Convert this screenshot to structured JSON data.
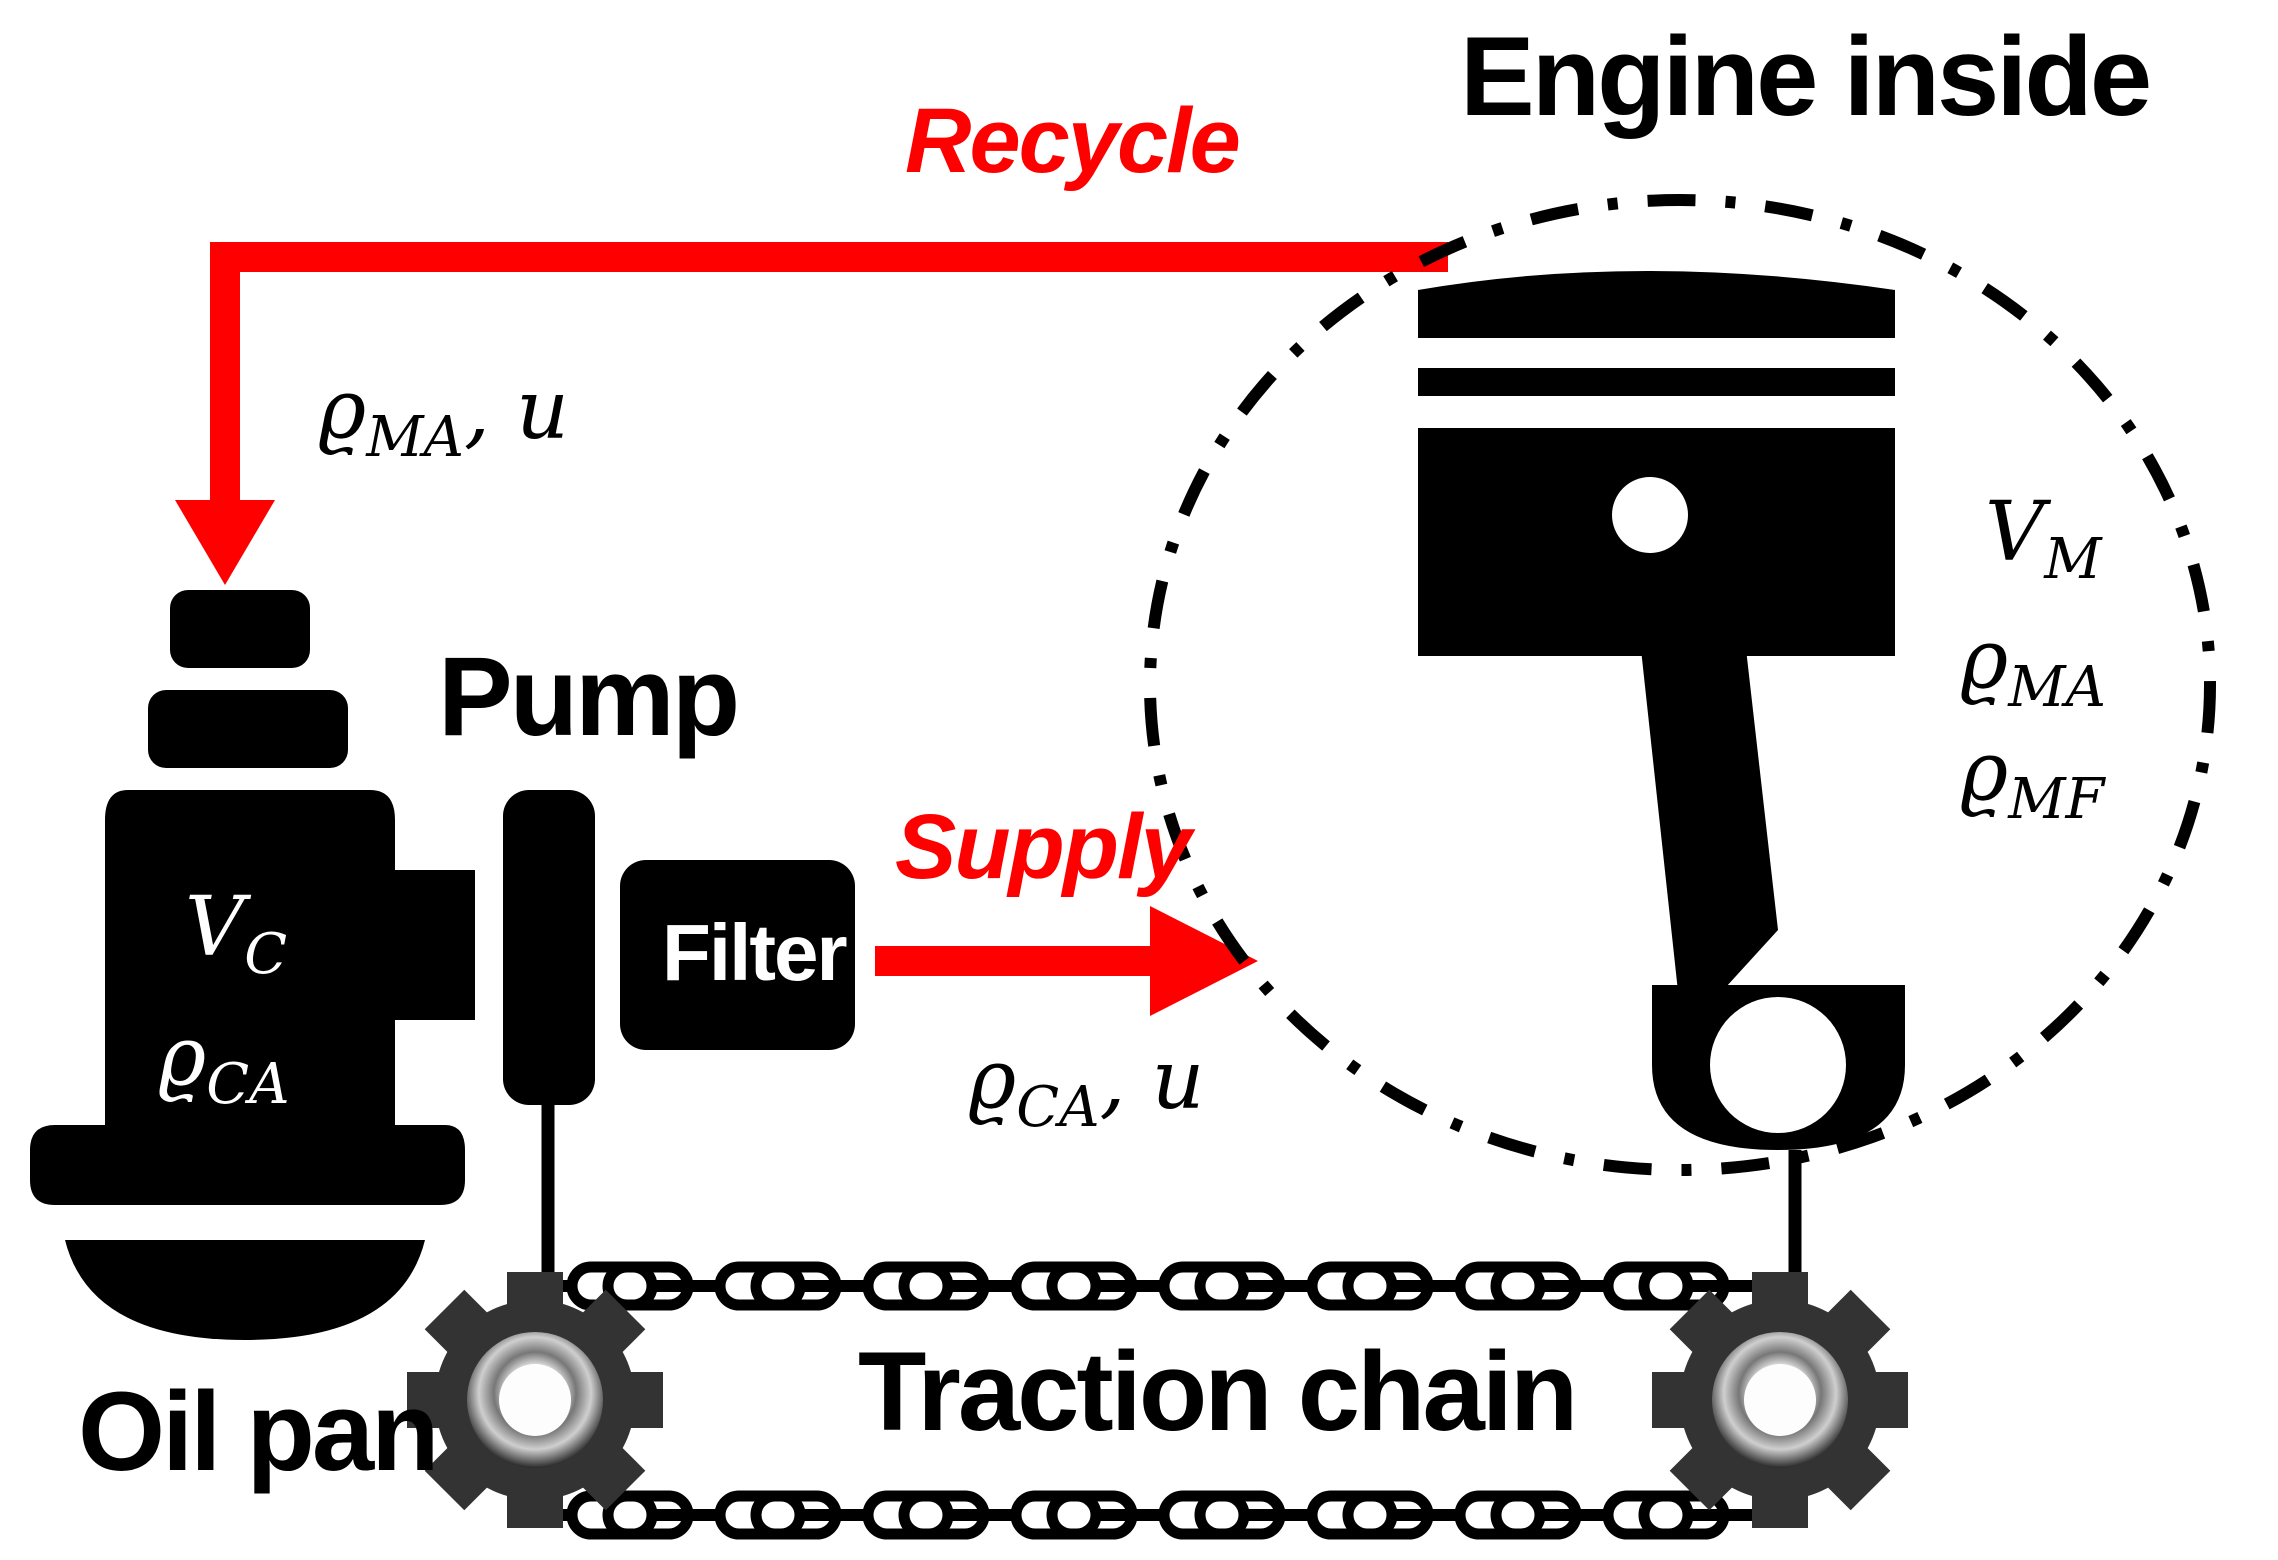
{
  "labels": {
    "engine_inside": "Engine inside",
    "recycle": "Recycle",
    "pump": "Pump",
    "filter": "Filter",
    "supply": "Supply",
    "oil_pan": "Oil pan",
    "traction_chain": "Traction chain"
  },
  "math": {
    "recycle_flow": {
      "rho": "ϱ",
      "sub": "MA",
      "tail": ", u"
    },
    "supply_flow": {
      "rho": "ϱ",
      "sub": "CA",
      "tail": ", u"
    },
    "pan_volume": {
      "base": "V",
      "sub": "C"
    },
    "pan_density": {
      "rho": "ϱ",
      "sub": "CA"
    },
    "engine_volume": {
      "base": "V",
      "sub": "M"
    },
    "engine_density_a": {
      "rho": "ϱ",
      "sub": "MA"
    },
    "engine_density_f": {
      "rho": "ϱ",
      "sub": "MF"
    }
  },
  "colors": {
    "flow_arrow": "#ff0000",
    "component": "#000000",
    "gear": "#333333"
  },
  "icons": [
    "piston-icon",
    "oil-pan-icon",
    "pump-icon",
    "filter-icon",
    "gear-icon",
    "chain-icon"
  ]
}
